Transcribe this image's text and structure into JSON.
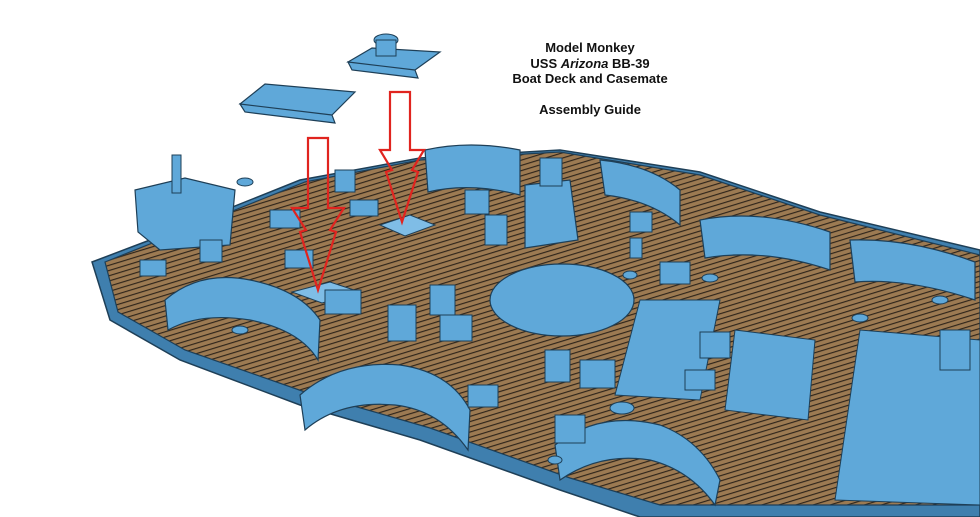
{
  "caption": {
    "line1": "Model Monkey",
    "line2_prefix": "USS ",
    "line2_italic": "Arizona",
    "line2_suffix": " BB-39",
    "line3": "Boat Deck and Casemate",
    "line4": "Assembly Guide"
  },
  "colors": {
    "part_blue": "#5fa8d9",
    "part_blue_dark": "#3f7fae",
    "part_outline": "#1e3f57",
    "deck_wood": "#9c7a52",
    "deck_plank_line": "#2a2118",
    "arrow_red": "#e0241f",
    "background": "#ffffff"
  },
  "arrows": [
    {
      "label": "left-arrow",
      "direction": "down"
    },
    {
      "label": "right-arrow",
      "direction": "down"
    }
  ]
}
